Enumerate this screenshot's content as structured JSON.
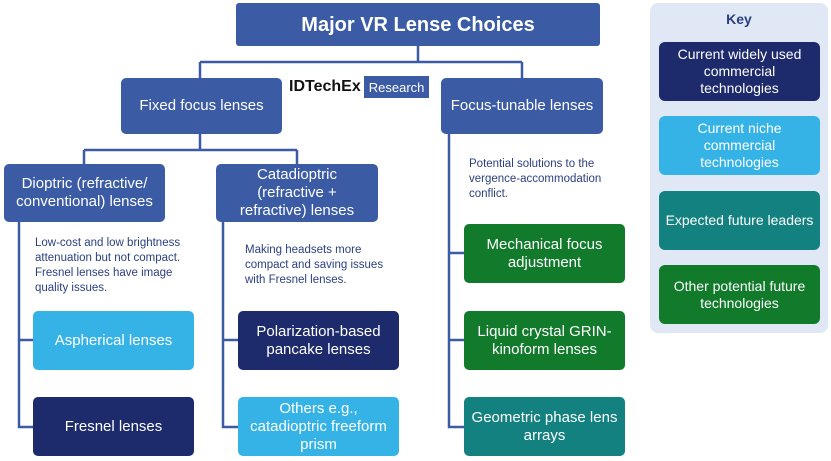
{
  "title": "Major VR Lense Choices",
  "logo": {
    "brand": "IDTechEx",
    "suffix": "Research"
  },
  "level2": {
    "fixed": "Fixed focus lenses",
    "tunable": "Focus-tunable lenses"
  },
  "level3": {
    "dioptric": "Dioptric (refractive/ conventional) lenses",
    "catadioptric": "Catadioptric (refractive + refractive) lenses"
  },
  "notes": {
    "dioptric": "Low-cost and low brightness attenuation but not compact. Fresnel lenses have image quality issues.",
    "catadioptric": "Making headsets more compact and saving issues with Fresnel lenses.",
    "tunable": "Potential solutions to the vergence-accommodation conflict."
  },
  "leaves": {
    "aspherical": "Aspherical lenses",
    "fresnel": "Fresnel lenses",
    "pancake": "Polarization-based pancake lenses",
    "others": "Others e.g., catadioptric freeform prism",
    "mechanical": "Mechanical focus adjustment",
    "liquid_crystal": "Liquid crystal GRIN-kinoform lenses",
    "geometric_phase": "Geometric phase lens arrays"
  },
  "key": {
    "title": "Key",
    "items": [
      {
        "label": "Current widely used commercial technologies",
        "color": "#1d2a6b"
      },
      {
        "label": "Current niche commercial technologies",
        "color": "#35b3e6"
      },
      {
        "label": "Expected future leaders",
        "color": "#12817f"
      },
      {
        "label": "Other potential future technologies",
        "color": "#117a2b"
      }
    ]
  },
  "colors": {
    "structure": "#3b5ba5",
    "connector": "#3b5ba5",
    "note_text": "#2b3f80",
    "key_background": "#dfe8f4"
  }
}
